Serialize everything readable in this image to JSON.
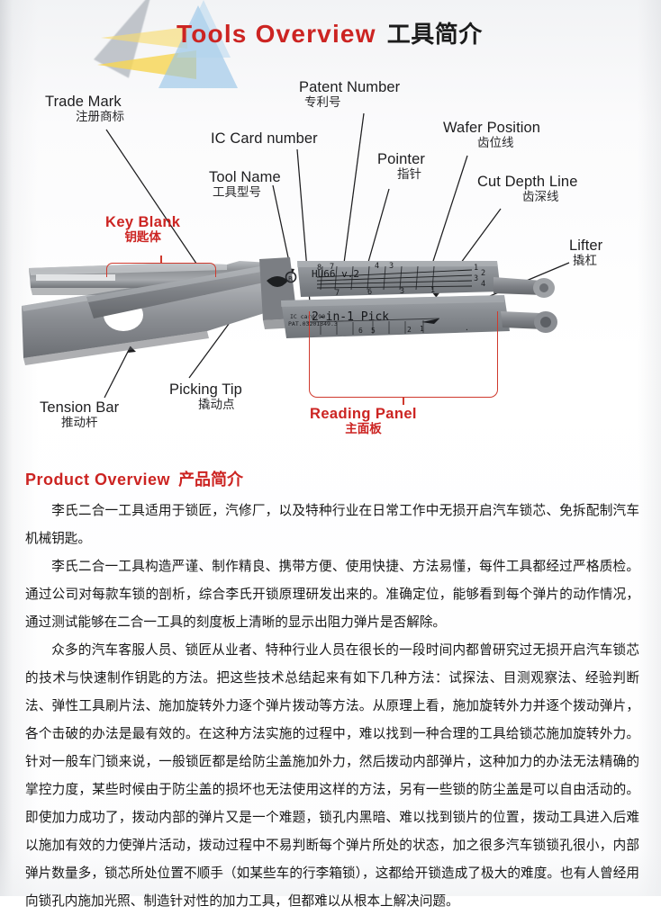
{
  "header": {
    "title_en": "Tools Overview",
    "title_cn": "工具简介",
    "accent_color": "#cc2422",
    "decor_colors": [
      "#f7d656",
      "#96c4e6",
      "#969ca6"
    ]
  },
  "callouts": [
    {
      "id": "trade-mark",
      "en": "Trade Mark",
      "cn": "注册商标"
    },
    {
      "id": "patent-number",
      "en": "Patent Number",
      "cn": "专利号"
    },
    {
      "id": "ic-card-number",
      "en": "IC Card number",
      "cn": ""
    },
    {
      "id": "wafer-position",
      "en": "Wafer Position",
      "cn": "齿位线"
    },
    {
      "id": "tool-name",
      "en": "Tool Name",
      "cn": "工具型号"
    },
    {
      "id": "pointer",
      "en": "Pointer",
      "cn": "指针"
    },
    {
      "id": "cut-depth-line",
      "en": "Cut Depth Line",
      "cn": "齿深线"
    },
    {
      "id": "lifter",
      "en": "Lifter",
      "cn": "撬杠"
    },
    {
      "id": "key-blank",
      "en": "Key Blank",
      "cn": "钥匙体"
    },
    {
      "id": "tension-bar",
      "en": "Tension Bar",
      "cn": "推动杆"
    },
    {
      "id": "picking-tip",
      "en": "Picking Tip",
      "cn": "撬动点"
    },
    {
      "id": "reading-panel",
      "en": "Reading Panel",
      "cn": "主面板"
    }
  ],
  "tool_markings": {
    "model": "HU66 v.2",
    "product_name": "2-in-1 Pick",
    "ic_card": "IC card:90",
    "patent": "PAT.03201349.3",
    "scale_top": [
      "8",
      "7",
      "4",
      "3"
    ],
    "scale_right": [
      "1",
      "2",
      "3",
      "4"
    ],
    "scale_bottom": [
      "7",
      "6",
      "3",
      "1"
    ],
    "scale_lower": [
      "6",
      "5",
      "2",
      "1"
    ]
  },
  "product_overview": {
    "heading_en": "Product Overview",
    "heading_cn": "产品简介",
    "paragraphs": [
      "李氏二合一工具适用于锁匠，汽修厂，以及特种行业在日常工作中无损开启汽车锁芯、免拆配制汽车机械钥匙。",
      "李氏二合一工具构造严谨、制作精良、携带方便、使用快捷、方法易懂，每件工具都经过严格质检。通过公司对每款车锁的剖析，综合李氏开锁原理研发出来的。准确定位，能够看到每个弹片的动作情况，通过测试能够在二合一工具的刻度板上清晰的显示出阻力弹片是否解除。",
      "众多的汽车客服人员、锁匠从业者、特种行业人员在很长的一段时间内都曾研究过无损开启汽车锁芯的技术与快速制作钥匙的方法。把这些技术总结起来有如下几种方法：试探法、目测观察法、经验判断法、弹性工具刷片法、施加旋转外力逐个弹片拨动等方法。从原理上看，施加旋转外力并逐个拨动弹片，各个击破的办法是最有效的。在这种方法实施的过程中，难以找到一种合理的工具给锁芯施加旋转外力。针对一般车门锁来说，一般锁匠都是给防尘盖施加外力，然后拨动内部弹片，这种加力的办法无法精确的掌控力度，某些时候由于防尘盖的损坏也无法使用这样的方法，另有一些锁的防尘盖是可以自由活动的。即使加力成功了，拨动内部的弹片又是一个难题，锁孔内黑暗、难以找到锁片的位置，拨动工具进入后难以施加有效的力使弹片活动，拨动过程中不易判断每个弹片所处的状态，加之很多汽车锁锁孔很小，内部弹片数量多，锁芯所处位置不顺手（如某些车的行李箱锁），这都给开锁造成了极大的难度。也有人曾经用向锁孔内施加光照、制造针对性的加力工具，但都难以从根本上解决问题。"
    ]
  }
}
